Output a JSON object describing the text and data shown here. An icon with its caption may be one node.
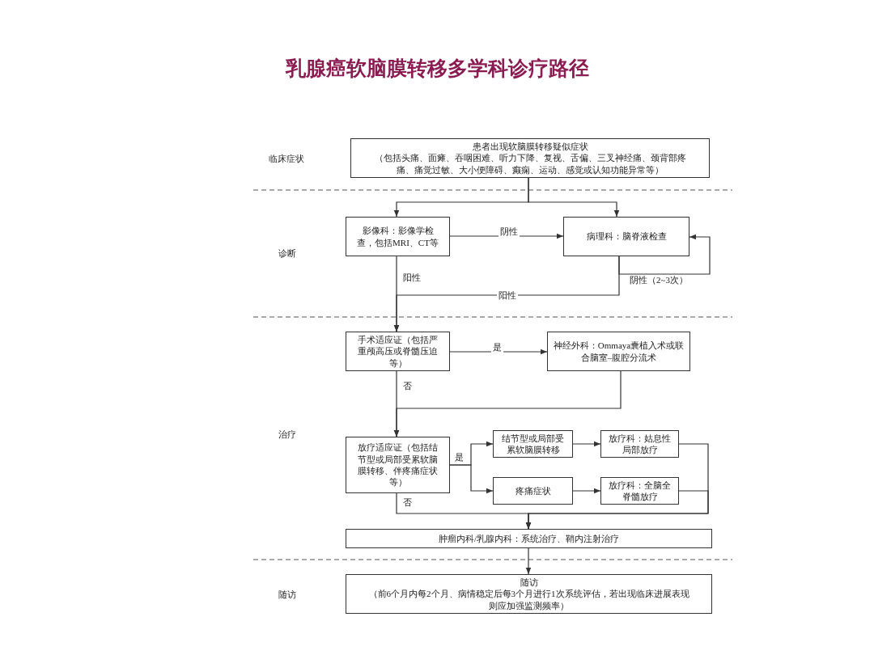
{
  "diagram": {
    "title": "乳腺癌软脑膜转移多学科诊疗路径",
    "nodes": [
      {
        "text": [
          "患者出现软脑膜转移疑似症状",
          "（包括头痛、面瘫、吞咽困难、听力下降、复视、舌偏、三叉神经痛、颈背部疼痛、痛觉过敏、大小便障碍、癫痫、运动、感觉或认知功能异常等）"
        ]
      },
      {
        "text": [
          "影像科：影像学检查，包括MRI、CT等"
        ]
      },
      {
        "text": [
          "病理科：脑脊液检查"
        ]
      },
      {
        "text": [
          "手术适应证（包括严重颅高压或脊髓压迫等）"
        ]
      },
      {
        "text": [
          "神经外科：Ommaya囊植入术或联合脑室–腹腔分流术"
        ]
      },
      {
        "text": [
          "放疗适应证（包括结节型或局部受累软脑膜转移、伴疼痛症状等）"
        ]
      },
      {
        "text": [
          "结节型或局部受累软脑膜转移"
        ]
      },
      {
        "text": [
          "疼痛症状"
        ]
      },
      {
        "text": [
          "放疗科：姑息性局部放疗"
        ]
      },
      {
        "text": [
          "放疗科：全脑全脊髓放疗"
        ]
      },
      {
        "text": [
          "肿瘤内科/乳腺内科：系统治疗、鞘内注射治疗"
        ]
      },
      {
        "text": [
          "随访",
          "（前6个月内每2个月、病情稳定后每3个月进行1次系统评估，若出现临床进展表现则应加强监测频率）"
        ]
      }
    ],
    "edges": [
      {
        "from": 0,
        "to": 1,
        "arrow": "to"
      },
      {
        "from": 0,
        "to": 2,
        "arrow": "to"
      },
      {
        "from": 1,
        "to": 2,
        "arrow": "to",
        "label": "阴性"
      },
      {
        "from": 1,
        "to": 3,
        "arrow": "to",
        "label": "阳性"
      },
      {
        "from": 2,
        "to": 3,
        "arrow": "to",
        "label": "阳性"
      },
      {
        "from": 2,
        "to": 2,
        "arrow": "to",
        "label": "阴性（2~3次）"
      },
      {
        "from": 3,
        "to": 4,
        "arrow": "to",
        "label": "是"
      },
      {
        "from": 3,
        "to": 5,
        "arrow": "to",
        "label": "否"
      },
      {
        "from": 4,
        "to": 5,
        "arrow": "to"
      },
      {
        "from": 5,
        "to": 6,
        "arrow": "to",
        "label": "是"
      },
      {
        "from": 5,
        "to": 7,
        "arrow": "to"
      },
      {
        "from": 6,
        "to": 8,
        "arrow": "to"
      },
      {
        "from": 7,
        "to": 9,
        "arrow": "to"
      },
      {
        "from": 8,
        "to": 10,
        "arrow": "to"
      },
      {
        "from": 9,
        "to": 10,
        "arrow": "to"
      },
      {
        "from": 5,
        "to": 10,
        "arrow": "to",
        "label": "否"
      },
      {
        "from": 10,
        "to": 11,
        "arrow": "to"
      }
    ],
    "labels": [
      "临床症状",
      "诊断",
      "治疗",
      "随访"
    ]
  }
}
